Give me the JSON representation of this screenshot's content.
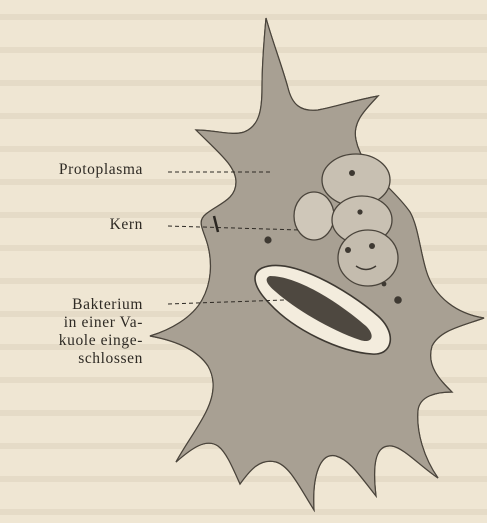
{
  "labels": {
    "protoplasma": "Protoplasma",
    "kern": "Kern",
    "bakterium_lines": [
      "Bakterium",
      "in einer Va-",
      "kuole einge-",
      "schlossen"
    ]
  },
  "colors": {
    "paper": "#efe6d3",
    "cell": "#a8a093",
    "ink": "#2e2a24"
  }
}
